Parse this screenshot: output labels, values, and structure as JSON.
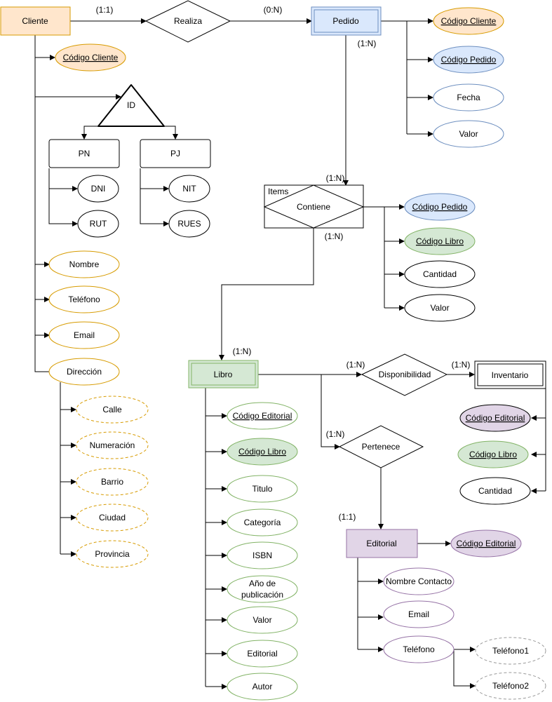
{
  "colors": {
    "orange_fill": "#ffe6cc",
    "orange_stroke": "#d79b00",
    "blue_fill": "#dae8fc",
    "blue_stroke": "#6c8ebf",
    "green_fill": "#d5e8d4",
    "green_stroke": "#82b366",
    "purple_fill": "#e1d5e7",
    "purple_stroke": "#9673a6",
    "line": "#000000"
  },
  "entities": {
    "cliente": "Cliente",
    "pedido": "Pedido",
    "libro": "Libro",
    "editorial": "Editorial",
    "inventario": "Inventario",
    "items": "Items",
    "pn": "PN",
    "pj": "PJ"
  },
  "relationships": {
    "realiza": "Realiza",
    "contiene": "Contiene",
    "disponibilidad": "Disponibilidad",
    "pertenece": "Pertenece",
    "id": "ID"
  },
  "cardinalities": {
    "cliente_realiza": "(1:1)",
    "realiza_pedido": "(0:N)",
    "pedido_down": "(1:N)",
    "contiene_top": "(1:N)",
    "contiene_bottom": "(1:N)",
    "libro_top": "(1:N)",
    "libro_disponibilidad": "(1:N)",
    "disponibilidad_inventario": "(1:N)",
    "libro_pertenece": "(1:N)",
    "editorial_top": "(1:1)"
  },
  "attributes": {
    "cliente_codigo": "Código Cliente",
    "dni": "DNI",
    "rut": "RUT",
    "nit": "NIT",
    "rues": "RUES",
    "nombre": "Nombre",
    "telefono": "Teléfono",
    "email": "Email",
    "direccion": "Dirección",
    "calle": "Calle",
    "numeracion": "Numeración",
    "barrio": "Barrio",
    "ciudad": "Ciudad",
    "provincia": "Provincia",
    "pedido_codigo_cliente": "Código Cliente",
    "pedido_codigo_pedido": "Código Pedido",
    "pedido_fecha": "Fecha",
    "pedido_valor": "Valor",
    "items_codigo_pedido": "Código Pedido",
    "items_codigo_libro": "Código Libro",
    "items_cantidad": "Cantidad",
    "items_valor": "Valor",
    "libro_codigo_editorial": "Código Editorial",
    "libro_codigo_libro": "Código Libro",
    "libro_titulo": "Titulo",
    "libro_categoria": "Categoría",
    "libro_isbn": "ISBN",
    "libro_anio_1": "Año de",
    "libro_anio_2": "publicación",
    "libro_valor": "Valor",
    "libro_editorial": "Editorial",
    "libro_autor": "Autor",
    "inv_codigo_editorial": "Código Editorial",
    "inv_codigo_libro": "Código Libro",
    "inv_cantidad": "Cantidad",
    "ed_codigo_editorial": "Código Editorial",
    "ed_nombre_contacto": "Nombre Contacto",
    "ed_email": "Email",
    "ed_telefono": "Teléfono",
    "ed_telefono1": "Teléfono1",
    "ed_telefono2": "Teléfono2"
  }
}
